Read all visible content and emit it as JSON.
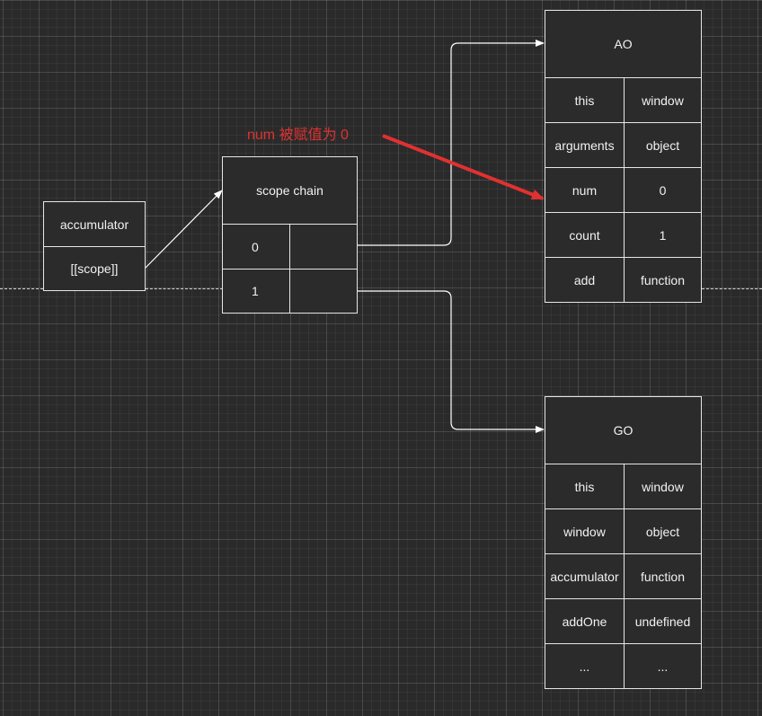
{
  "accumulator_box": {
    "name": "accumulator",
    "scope": "[[scope]]"
  },
  "scope_chain": {
    "title": "scope chain",
    "rows": [
      {
        "index": "0",
        "value": ""
      },
      {
        "index": "1",
        "value": ""
      }
    ]
  },
  "annotation": {
    "text": "num 被赋值为 0",
    "color": "#e03131"
  },
  "ao": {
    "title": "AO",
    "rows": [
      {
        "key": "this",
        "value": "window"
      },
      {
        "key": "arguments",
        "value": "object"
      },
      {
        "key": "num",
        "value": "0"
      },
      {
        "key": "count",
        "value": "1"
      },
      {
        "key": "add",
        "value": "function"
      }
    ]
  },
  "go": {
    "title": "GO",
    "rows": [
      {
        "key": "this",
        "value": "window"
      },
      {
        "key": "window",
        "value": "object"
      },
      {
        "key": "accumulator",
        "value": "function"
      },
      {
        "key": "addOne",
        "value": "undefined"
      },
      {
        "key": "...",
        "value": "..."
      }
    ]
  },
  "colors": {
    "background": "#2a2a2a",
    "stroke": "#e6e6e6",
    "highlight": "#e03131"
  }
}
